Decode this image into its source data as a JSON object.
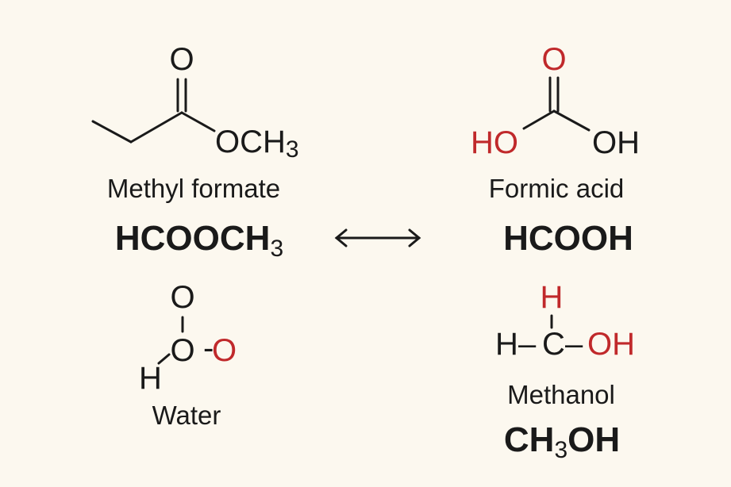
{
  "colors": {
    "background": "#fcf8ef",
    "ink": "#1a1a1a",
    "accent": "#c0292b"
  },
  "methyl_formate": {
    "carbonyl_o": "O",
    "ester_group": "OCH",
    "ester_subscript": "3",
    "name": "Methyl formate",
    "formula_main": "HCOOCH",
    "formula_sub": "3"
  },
  "arrow": {
    "icon": "double-arrow-icon"
  },
  "formic_acid": {
    "carbonyl_o": "O",
    "left_group": "HO",
    "right_group": "OH",
    "name": "Formic acid",
    "formula": "HCOOH"
  },
  "water": {
    "top_o": "O",
    "center_o": "O",
    "dash": "-",
    "right_o": "O",
    "h": "H",
    "name": "Water"
  },
  "methanol": {
    "top_h": "H",
    "left_h": "H",
    "dash1": "–",
    "c": "C",
    "dash2": "–",
    "oh": "OH",
    "name": "Methanol",
    "formula_pre": "CH",
    "formula_sub": "3",
    "formula_post": "OH"
  }
}
